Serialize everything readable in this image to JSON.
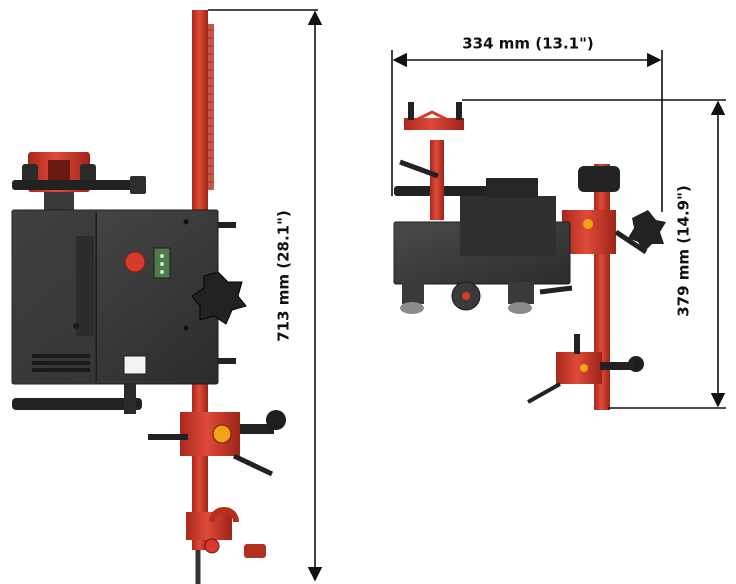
{
  "dimensions": {
    "left_height": "713 mm (28.1\")",
    "right_width": "334 mm (13.1\")",
    "right_height": "379 mm (14.9\")"
  },
  "colors": {
    "red": "#d8392a",
    "dark_red": "#a8281c",
    "body_gray": "#3a3a3a",
    "dark": "#222222",
    "line": "#111111"
  },
  "icons": {
    "star_knob": "star-knob-icon",
    "arrow": "arrow-head-icon"
  }
}
